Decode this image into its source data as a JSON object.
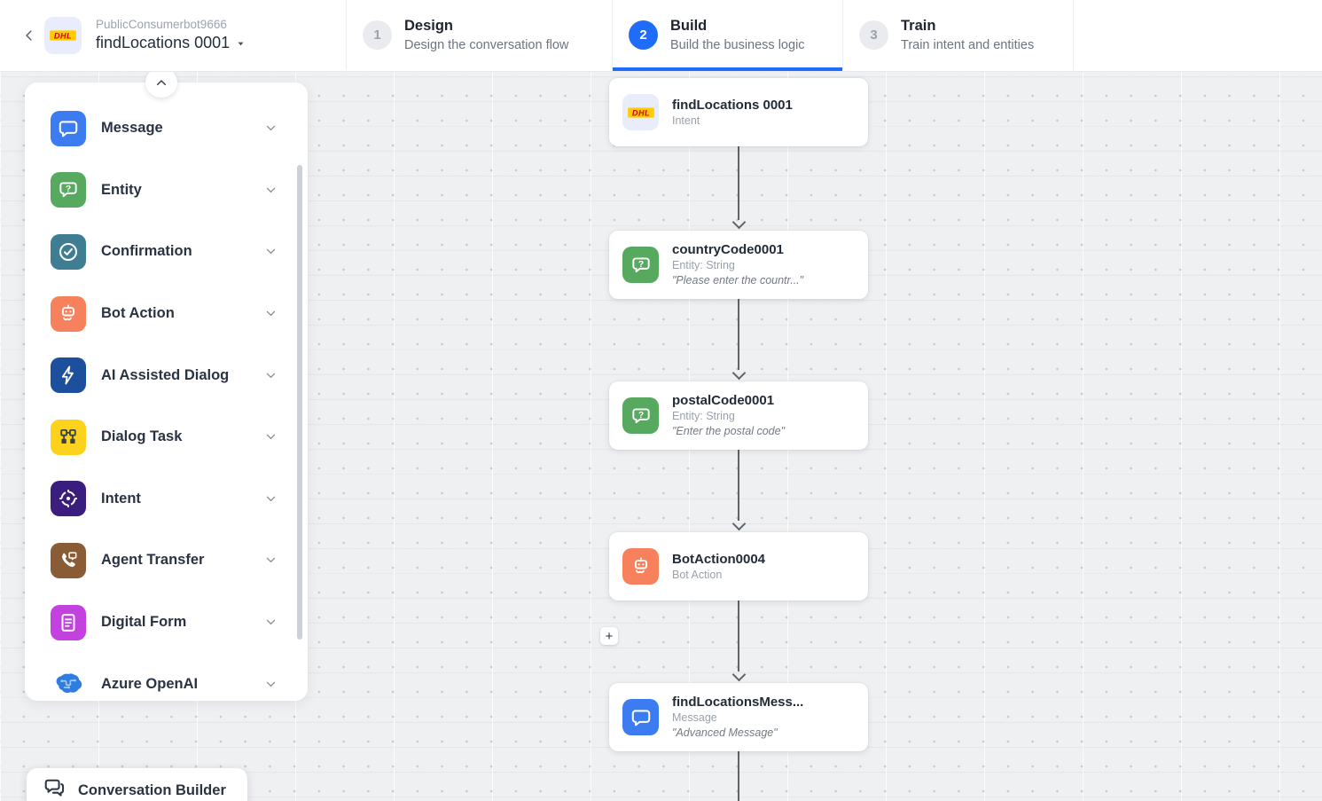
{
  "colors": {
    "accent_blue": "#1f6cf9",
    "canvas_bg": "#eff0f2",
    "connector": "#5f6468"
  },
  "header": {
    "bot_name": "PublicConsumerbot9666",
    "flow_name": "findLocations 0001",
    "steps": [
      {
        "num": "1",
        "title": "Design",
        "subtitle": "Design the conversation flow",
        "active": false
      },
      {
        "num": "2",
        "title": "Build",
        "subtitle": "Build the business logic",
        "active": true
      },
      {
        "num": "3",
        "title": "Train",
        "subtitle": "Train intent and entities",
        "active": false
      }
    ]
  },
  "sidebar": {
    "items": [
      {
        "label": "Message",
        "icon": "message-icon",
        "color": "#3d7bf0"
      },
      {
        "label": "Entity",
        "icon": "entity-icon",
        "color": "#57a95f"
      },
      {
        "label": "Confirmation",
        "icon": "confirmation-icon",
        "color": "#3e7d92"
      },
      {
        "label": "Bot Action",
        "icon": "bot-action-icon",
        "color": "#f8815d"
      },
      {
        "label": "AI Assisted Dialog",
        "icon": "ai-assisted-dialog-icon",
        "color": "#1c509c"
      },
      {
        "label": "Dialog Task",
        "icon": "dialog-task-icon",
        "color": "#fcd21c"
      },
      {
        "label": "Intent",
        "icon": "intent-icon",
        "color": "#3a1d7d"
      },
      {
        "label": "Agent Transfer",
        "icon": "agent-transfer-icon",
        "color": "#8a5c36"
      },
      {
        "label": "Digital Form",
        "icon": "digital-form-icon",
        "color": "#c341de"
      },
      {
        "label": "Azure OpenAI",
        "icon": "azure-openai-icon",
        "color": ""
      }
    ]
  },
  "canvas": {
    "nodes": [
      {
        "title": "findLocations 0001",
        "subtitle": "Intent",
        "icon": "dhl-logo-icon",
        "icon_bg": "#e9edfb"
      },
      {
        "title": "countryCode0001",
        "subtitle": "Entity: String",
        "quote": "\"Please enter the countr...\"",
        "icon": "entity-icon",
        "icon_bg": "#57a95f"
      },
      {
        "title": "postalCode0001",
        "subtitle": "Entity: String",
        "quote": "\"Enter the postal code\"",
        "icon": "entity-icon",
        "icon_bg": "#57a95f"
      },
      {
        "title": "BotAction0004",
        "subtitle": "Bot Action",
        "icon": "bot-action-icon",
        "icon_bg": "#f8815d"
      },
      {
        "title": "findLocationsMess...",
        "subtitle": "Message",
        "quote": "\"Advanced Message\"",
        "icon": "message-icon",
        "icon_bg": "#3d7bf0"
      }
    ],
    "plus_label": "+"
  },
  "footer": {
    "conversation_builder_label": "Conversation Builder"
  }
}
